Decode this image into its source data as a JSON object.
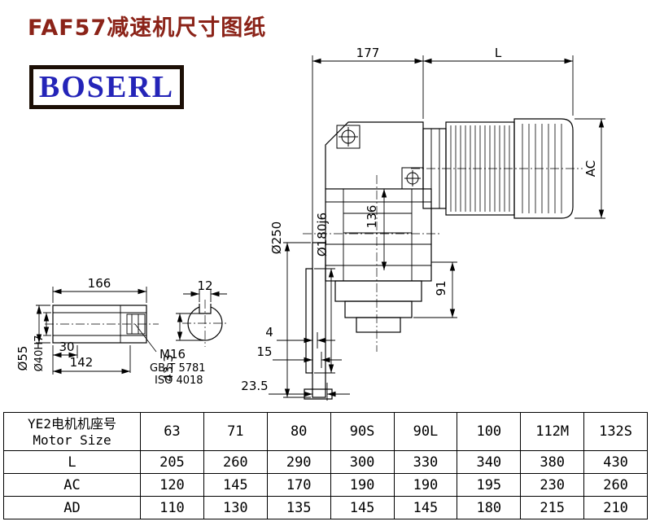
{
  "page": {
    "title": "FAF57减速机尺寸图纸",
    "logo": "BOSERL"
  },
  "drawing": {
    "dim_177": "177",
    "dim_L": "L",
    "dim_AC": "AC",
    "dia_250": "Ø250",
    "dia_180": "Ø180j6",
    "dim_136": "136",
    "dim_91": "91",
    "dim_4": "4",
    "dim_15": "15",
    "dim_23_5": "23.5"
  },
  "shaft": {
    "dim_166": "166",
    "dim_12": "12",
    "dia_55": "Ø55",
    "dia_40": "Ø40H7",
    "dim_30": "30",
    "dim_142": "142",
    "dim_43_3": "43.3",
    "thread": "M16",
    "std_gb": "GB/T 5781",
    "std_iso": "ISO 4018"
  },
  "table": {
    "header_cn": "YE2电机机座号",
    "header_en": "Motor Size",
    "columns": [
      "63",
      "71",
      "80",
      "90S",
      "90L",
      "100",
      "112M",
      "132S"
    ],
    "rows": [
      {
        "label": "L",
        "values": [
          "205",
          "260",
          "290",
          "300",
          "330",
          "340",
          "380",
          "430"
        ]
      },
      {
        "label": "AC",
        "values": [
          "120",
          "145",
          "170",
          "190",
          "190",
          "195",
          "230",
          "260"
        ]
      },
      {
        "label": "AD",
        "values": [
          "110",
          "130",
          "135",
          "145",
          "145",
          "180",
          "215",
          "210"
        ]
      }
    ]
  },
  "colors": {
    "title": "#8B2318",
    "logo_text": "#2424B8",
    "logo_border": "#1C0F06",
    "line": "#000000"
  }
}
